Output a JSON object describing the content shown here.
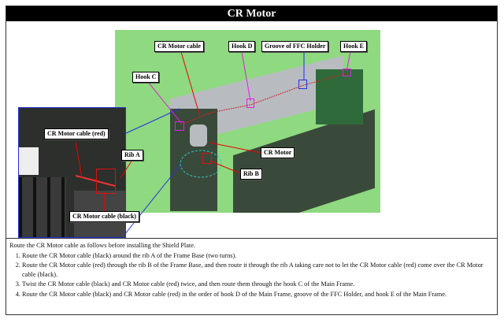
{
  "title": "CR Motor",
  "labels": {
    "cr_motor_cable": "CR Motor cable",
    "hook_d": "Hook D",
    "groove": "Groove of FFC Holder",
    "hook_e": "Hook E",
    "hook_c": "Hook C",
    "cable_red": "CR Motor cable (red)",
    "rib_a": "Rib A",
    "cr_motor": "CR Motor",
    "rib_b": "Rib B",
    "cable_black": "CR Motor cable (black)"
  },
  "intro": "Route the CR Motor cable as follows before installing the Shield Plate.",
  "steps": [
    "Route the CR Motor cable (black) around the rib A of the Frame Base (two turns).",
    "Route the CR Motor cable (red) through the rib B of the Frame Base, and then route it through the rib A taking care not to let the CR Motor cable (red) come over the CR Motor cable (black).",
    "Twist the CR Motor cable (black) and CR Motor cable (red) twice, and then route them through the hook C of the Main Frame.",
    "Route the CR Motor cable (black) and CR Motor cable (red) in the order of hook D of the Main Frame, groove of the FFC Holder, and hook E of the Main Frame."
  ],
  "colors": {
    "photo_bg": "#8fd980",
    "hook": "#e020e0",
    "groove": "#2233dd",
    "rib": "#dd1111"
  }
}
